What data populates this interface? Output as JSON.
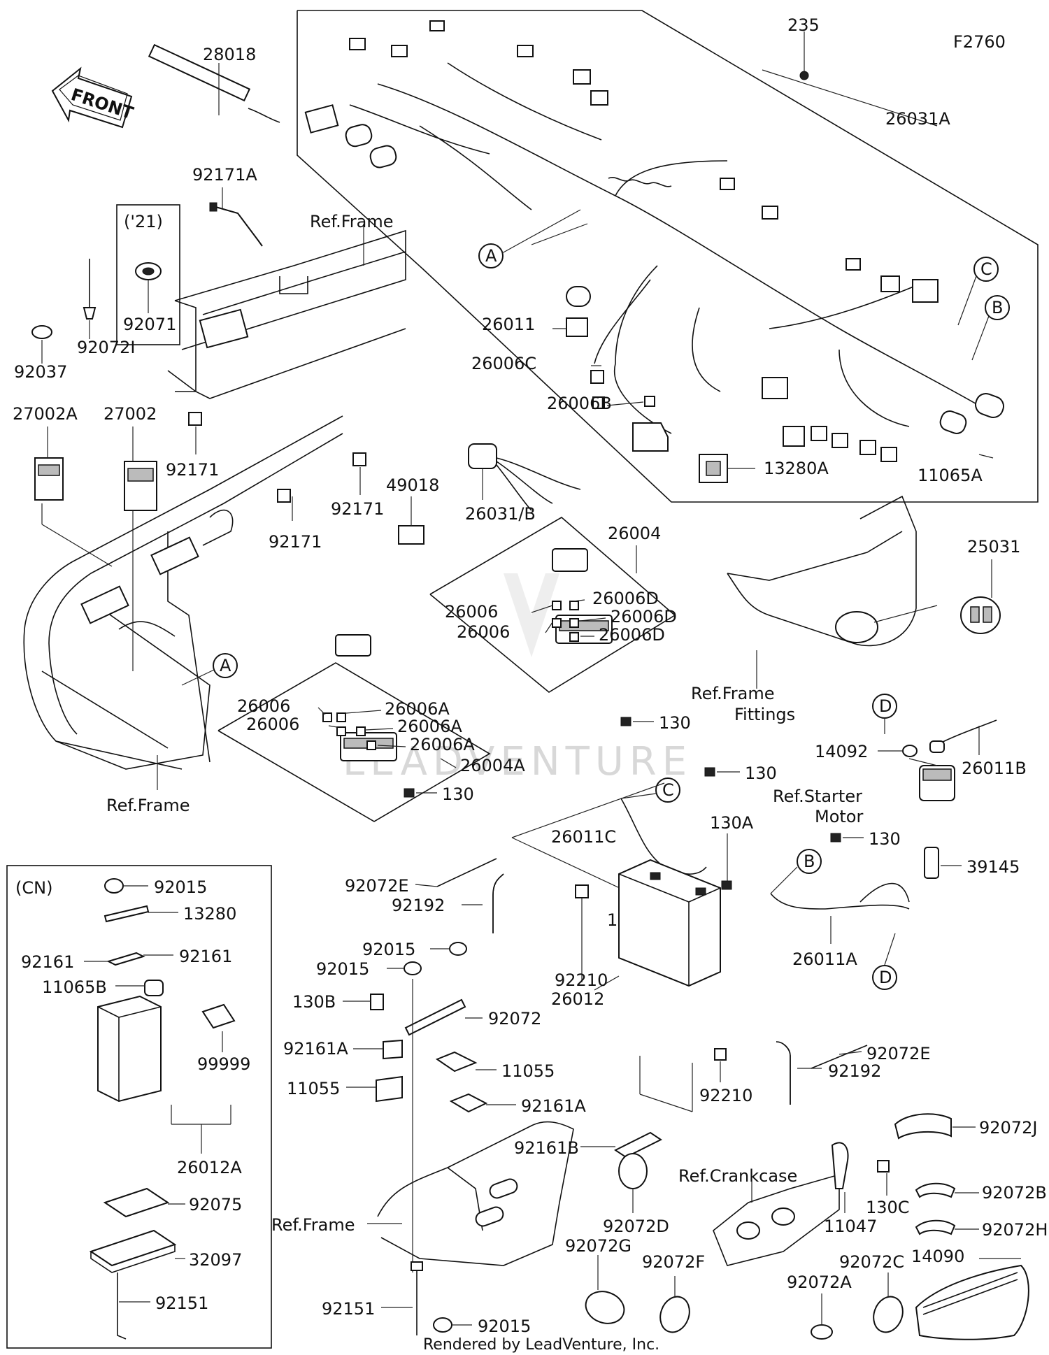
{
  "figure_code": "F2760",
  "front_arrow": "FRONT",
  "footer": "Rendered by LeadVenture, Inc.",
  "watermark": "LEADVENTURE",
  "variant_labels": {
    "year_21": "('21)",
    "cn": "(CN)"
  },
  "refs": {
    "frame_top": "Ref.Frame",
    "frame_left": "Ref.Frame",
    "frame_bottom": "Ref.Frame",
    "frame_fittings_1": "Ref.Frame",
    "frame_fittings_2": "Fittings",
    "starter_1": "Ref.Starter",
    "starter_2": "Motor",
    "crankcase": "Ref.Crankcase"
  },
  "bubbles": {
    "a1": "A",
    "a2": "A",
    "b1": "B",
    "b2": "B",
    "c1": "C",
    "c2": "C",
    "d1": "D",
    "d2": "D"
  },
  "parts": {
    "p28018": "28018",
    "p235": "235",
    "p26031A": "26031A",
    "p92171A": "92171A",
    "p92071": "92071",
    "p92072I": "92072I",
    "p92037": "92037",
    "p27002A": "27002A",
    "p27002": "27002",
    "p92171a": "92171",
    "p92171b": "92171",
    "p92171c": "92171",
    "p49018": "49018",
    "p26031B": "26031/B",
    "p26011": "26011",
    "p26006C": "26006C",
    "p26006B": "26006B",
    "p13280A": "13280A",
    "p11065A": "11065A",
    "p26004": "26004",
    "p26006_r1": "26006",
    "p26006_r2": "26006",
    "p26006D_1": "26006D",
    "p26006D_2": "26006D",
    "p26006D_3": "26006D",
    "p26006_l1": "26006",
    "p26006_l2": "26006",
    "p26006A_1": "26006A",
    "p26006A_2": "26006A",
    "p26006A_3": "26006A",
    "p26004A": "26004A",
    "p130_a": "130",
    "p130_b": "130",
    "p130_c": "130",
    "p130_d": "130",
    "p25031": "25031",
    "p14092": "14092",
    "p26011B": "26011B",
    "p130A": "130A",
    "p26011C": "26011C",
    "p39145": "39145",
    "p92015_cn": "92015",
    "p13280": "13280",
    "p92161_l": "92161",
    "p92161_r": "92161",
    "p11065B": "11065B",
    "p99999": "99999",
    "p26012A": "26012A",
    "p92075": "92075",
    "p32097": "32097",
    "p92151_cn": "92151",
    "p92072E_l": "92072E",
    "p92192_l": "92192",
    "p92015_a": "92015",
    "p92015_b": "92015",
    "p130B": "130B",
    "p92072": "92072",
    "p92161A_l": "92161A",
    "p11055_r": "11055",
    "p11055_l": "11055",
    "p92161A_r": "92161A",
    "p11065": "11065",
    "p26011A": "26011A",
    "p92210_l": "92210",
    "p26012": "26012",
    "p92210_r": "92210",
    "p92072E_r": "92072E",
    "p92192_r": "92192",
    "p92161B": "92161B",
    "p92072J": "92072J",
    "p92072D": "92072D",
    "p130C": "130C",
    "p92072B": "92072B",
    "p11047": "11047",
    "p92072H": "92072H",
    "p92072G": "92072G",
    "p92072F": "92072F",
    "p92072A": "92072A",
    "p92072C": "92072C",
    "p14090": "14090",
    "p92151": "92151",
    "p92015_c": "92015"
  },
  "icons": [
    "front-arrow-icon",
    "wire-harness-icon",
    "battery-icon",
    "fuse-box-icon",
    "relay-icon",
    "cable-tie-icon",
    "bolt-icon",
    "nut-icon",
    "clamp-icon",
    "frame-icon"
  ]
}
